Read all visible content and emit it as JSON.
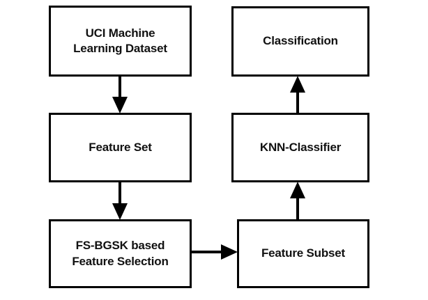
{
  "diagram": {
    "title": "FS-BGSK based feature selection and KNN classification flowchart",
    "background_color": "#ffffff",
    "stroke_color": "#000000",
    "text_color": "#111111",
    "nodes": [
      {
        "id": "dataset",
        "label": "UCI Machine\nLearning Dataset",
        "shape": "rectangle",
        "column": "left",
        "row": 1
      },
      {
        "id": "feature_set",
        "label": "Feature Set",
        "shape": "rectangle",
        "column": "left",
        "row": 2
      },
      {
        "id": "fs_bgsk",
        "label": "FS-BGSK based\nFeature Selection",
        "shape": "rectangle",
        "column": "left",
        "row": 3
      },
      {
        "id": "classification",
        "label": "Classification",
        "shape": "rectangle",
        "column": "right",
        "row": 1
      },
      {
        "id": "knn_classifier",
        "label": "KNN-Classifier",
        "shape": "rectangle",
        "column": "right",
        "row": 2
      },
      {
        "id": "feature_subset",
        "label": "Feature Subset",
        "shape": "rectangle",
        "column": "right",
        "row": 3
      }
    ],
    "edges": [
      {
        "id": "e1",
        "from": "dataset",
        "to": "feature_set",
        "direction": "down",
        "arrowhead": "filled-triangle"
      },
      {
        "id": "e2",
        "from": "feature_set",
        "to": "fs_bgsk",
        "direction": "down",
        "arrowhead": "filled-triangle"
      },
      {
        "id": "e3",
        "from": "fs_bgsk",
        "to": "feature_subset",
        "direction": "right",
        "arrowhead": "filled-triangle"
      },
      {
        "id": "e4",
        "from": "feature_subset",
        "to": "knn_classifier",
        "direction": "up",
        "arrowhead": "filled-triangle"
      },
      {
        "id": "e5",
        "from": "knn_classifier",
        "to": "classification",
        "direction": "up",
        "arrowhead": "filled-triangle"
      }
    ]
  }
}
